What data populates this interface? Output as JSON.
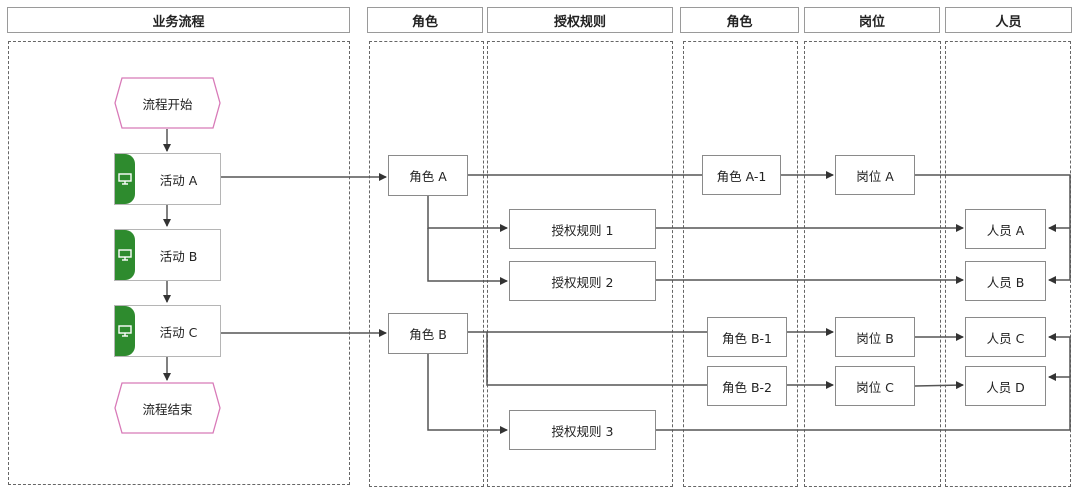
{
  "colors": {
    "activity_tab": "#2e8b2e",
    "event_border": "#d87ab8",
    "line": "#555555"
  },
  "headers": {
    "process": "业务流程",
    "role1": "角色",
    "auth": "授权规则",
    "role2": "角色",
    "post": "岗位",
    "person": "人员"
  },
  "events": {
    "start": "流程开始",
    "end": "流程结束"
  },
  "activities": {
    "a": "活动 A",
    "b": "活动 B",
    "c": "活动 C",
    "icon": "monitor-icon"
  },
  "roles": {
    "a": "角色 A",
    "b": "角色 B",
    "a1": "角色 A-1",
    "b1": "角色 B-1",
    "b2": "角色 B-2"
  },
  "rules": {
    "r1": "授权规则 1",
    "r2": "授权规则 2",
    "r3": "授权规则 3"
  },
  "posts": {
    "a": "岗位 A",
    "b": "岗位 B",
    "c": "岗位 C"
  },
  "persons": {
    "a": "人员 A",
    "b": "人员 B",
    "c": "人员 C",
    "d": "人员 D"
  }
}
